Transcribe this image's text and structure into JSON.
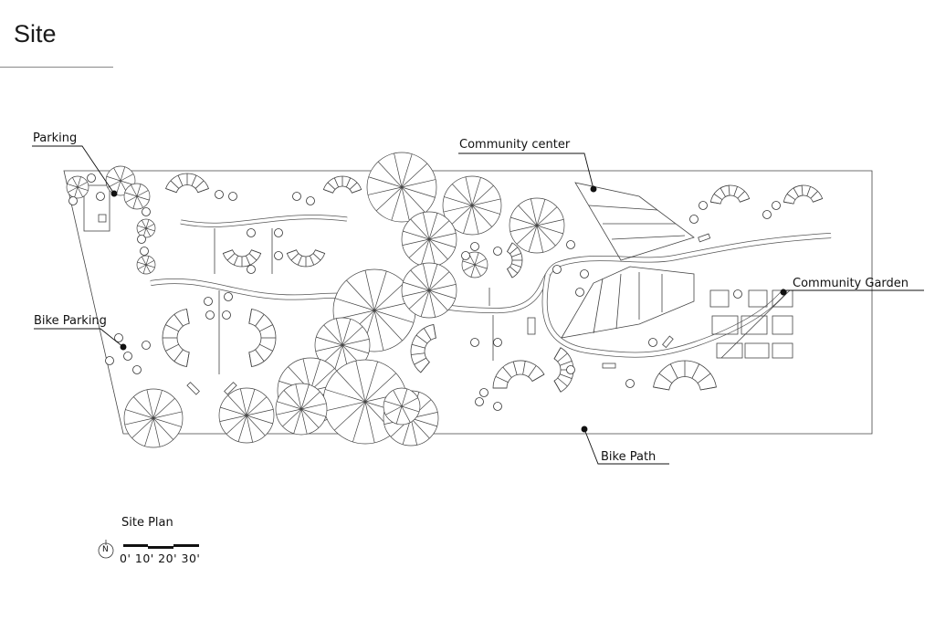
{
  "header": {
    "title": "Site"
  },
  "labels": {
    "parking": "Parking",
    "community_center": "Community center",
    "community_garden": "Community Garden",
    "bike_parking": "Bike Parking",
    "bike_path": "Bike Path"
  },
  "legend": {
    "title": "Site Plan",
    "north": "N",
    "scale": "0'  10'  20'  30'"
  }
}
